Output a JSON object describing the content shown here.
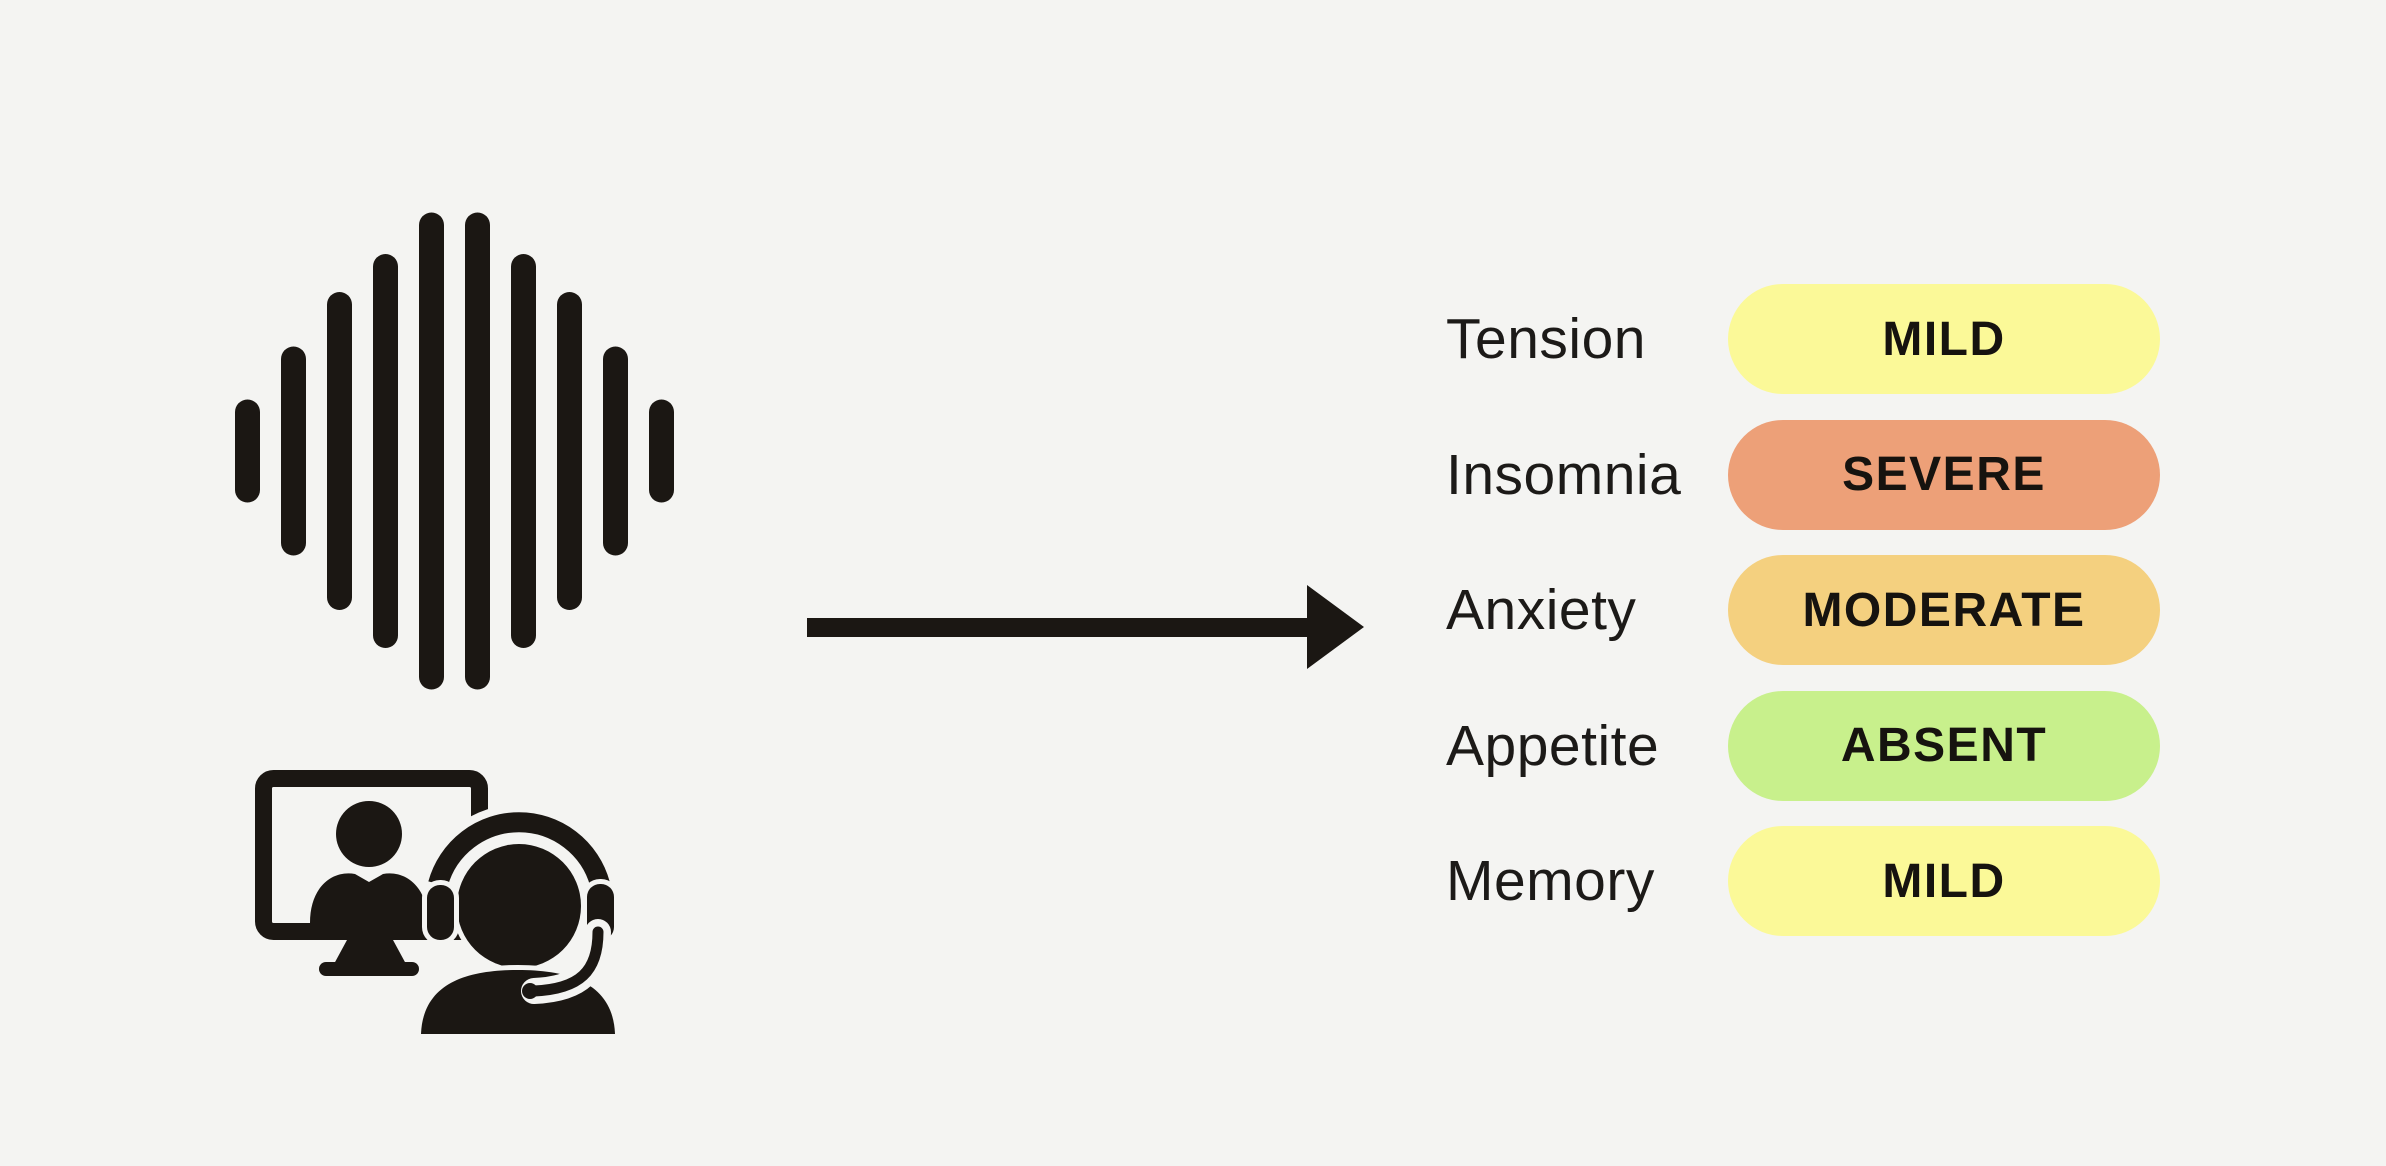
{
  "background": "#f4f4f2",
  "ink": "#1b1713",
  "icons": {
    "soundwave": {
      "name": "soundwave-icon",
      "bar_heights": [
        103,
        209,
        318,
        394,
        477,
        477,
        394,
        318,
        209,
        103
      ]
    },
    "telehealth": {
      "name": "telehealth-consultation-icon"
    },
    "arrow": {
      "name": "arrow-right-icon",
      "direction": "right"
    }
  },
  "assessment": {
    "rows": [
      {
        "label": "Tension",
        "severity": "MILD",
        "badge_color": "#fbf998"
      },
      {
        "label": "Insomnia",
        "severity": "SEVERE",
        "badge_color": "#eda078"
      },
      {
        "label": "Anxiety",
        "severity": "MODERATE",
        "badge_color": "#f4d07f"
      },
      {
        "label": "Appetite",
        "severity": "ABSENT",
        "badge_color": "#c8f08c"
      },
      {
        "label": "Memory",
        "severity": "MILD",
        "badge_color": "#fbf998"
      }
    ]
  }
}
